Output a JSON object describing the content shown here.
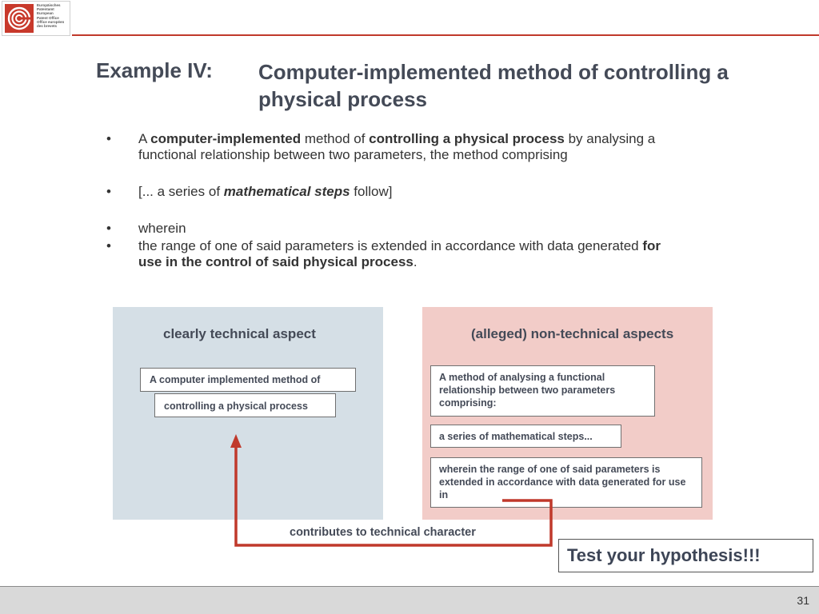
{
  "logo": {
    "lines": [
      "Europäisches",
      "Patentamt",
      "European",
      "Patent Office",
      "Office européen",
      "des brevets"
    ]
  },
  "title": {
    "lead": "Example IV:",
    "main": "Computer-implemented method of controlling a physical process"
  },
  "bullets": [
    {
      "marker": "•",
      "parts": [
        {
          "t": "A "
        },
        {
          "t": "computer-implemented",
          "b": true
        },
        {
          "t": " method of "
        },
        {
          "t": "controlling a physical process",
          "b": true
        },
        {
          "t": " by analysing a functional relationship between two parameters, the method comprising"
        }
      ]
    },
    {
      "marker": "•",
      "parts": [
        {
          "t": " [... a series of "
        },
        {
          "t": "mathematical steps",
          "b": true,
          "i": true
        },
        {
          "t": " follow]"
        }
      ]
    },
    {
      "marker": "•",
      "parts": [
        {
          "t": "wherein"
        }
      ]
    },
    {
      "marker": "•",
      "parts": [
        {
          "t": "the range of one of said parameters is extended in accordance with data generated "
        },
        {
          "t": "for use in the control of said physical process",
          "b": true
        },
        {
          "t": "."
        }
      ]
    }
  ],
  "technical": {
    "heading": "clearly technical aspect",
    "box1": "A computer implemented method of",
    "box2": "controlling a physical process"
  },
  "nontechnical": {
    "heading": "(alleged) non-technical aspects",
    "box1": "A method of analysing a functional relationship between two parameters comprising:",
    "box2": "a series of mathematical steps...",
    "box3": "wherein the range of one of said parameters is extended in accordance with data generated for use in"
  },
  "contributes": "contributes to technical character",
  "hypothesis": "Test your hypothesis!!!",
  "page_number": "31",
  "colors": {
    "accent_red": "#c0392b",
    "title": "#444a57",
    "technical_panel": "#d5dfe6",
    "nontechnical_panel": "#f2ccc8",
    "footer": "#d9d9d9"
  }
}
